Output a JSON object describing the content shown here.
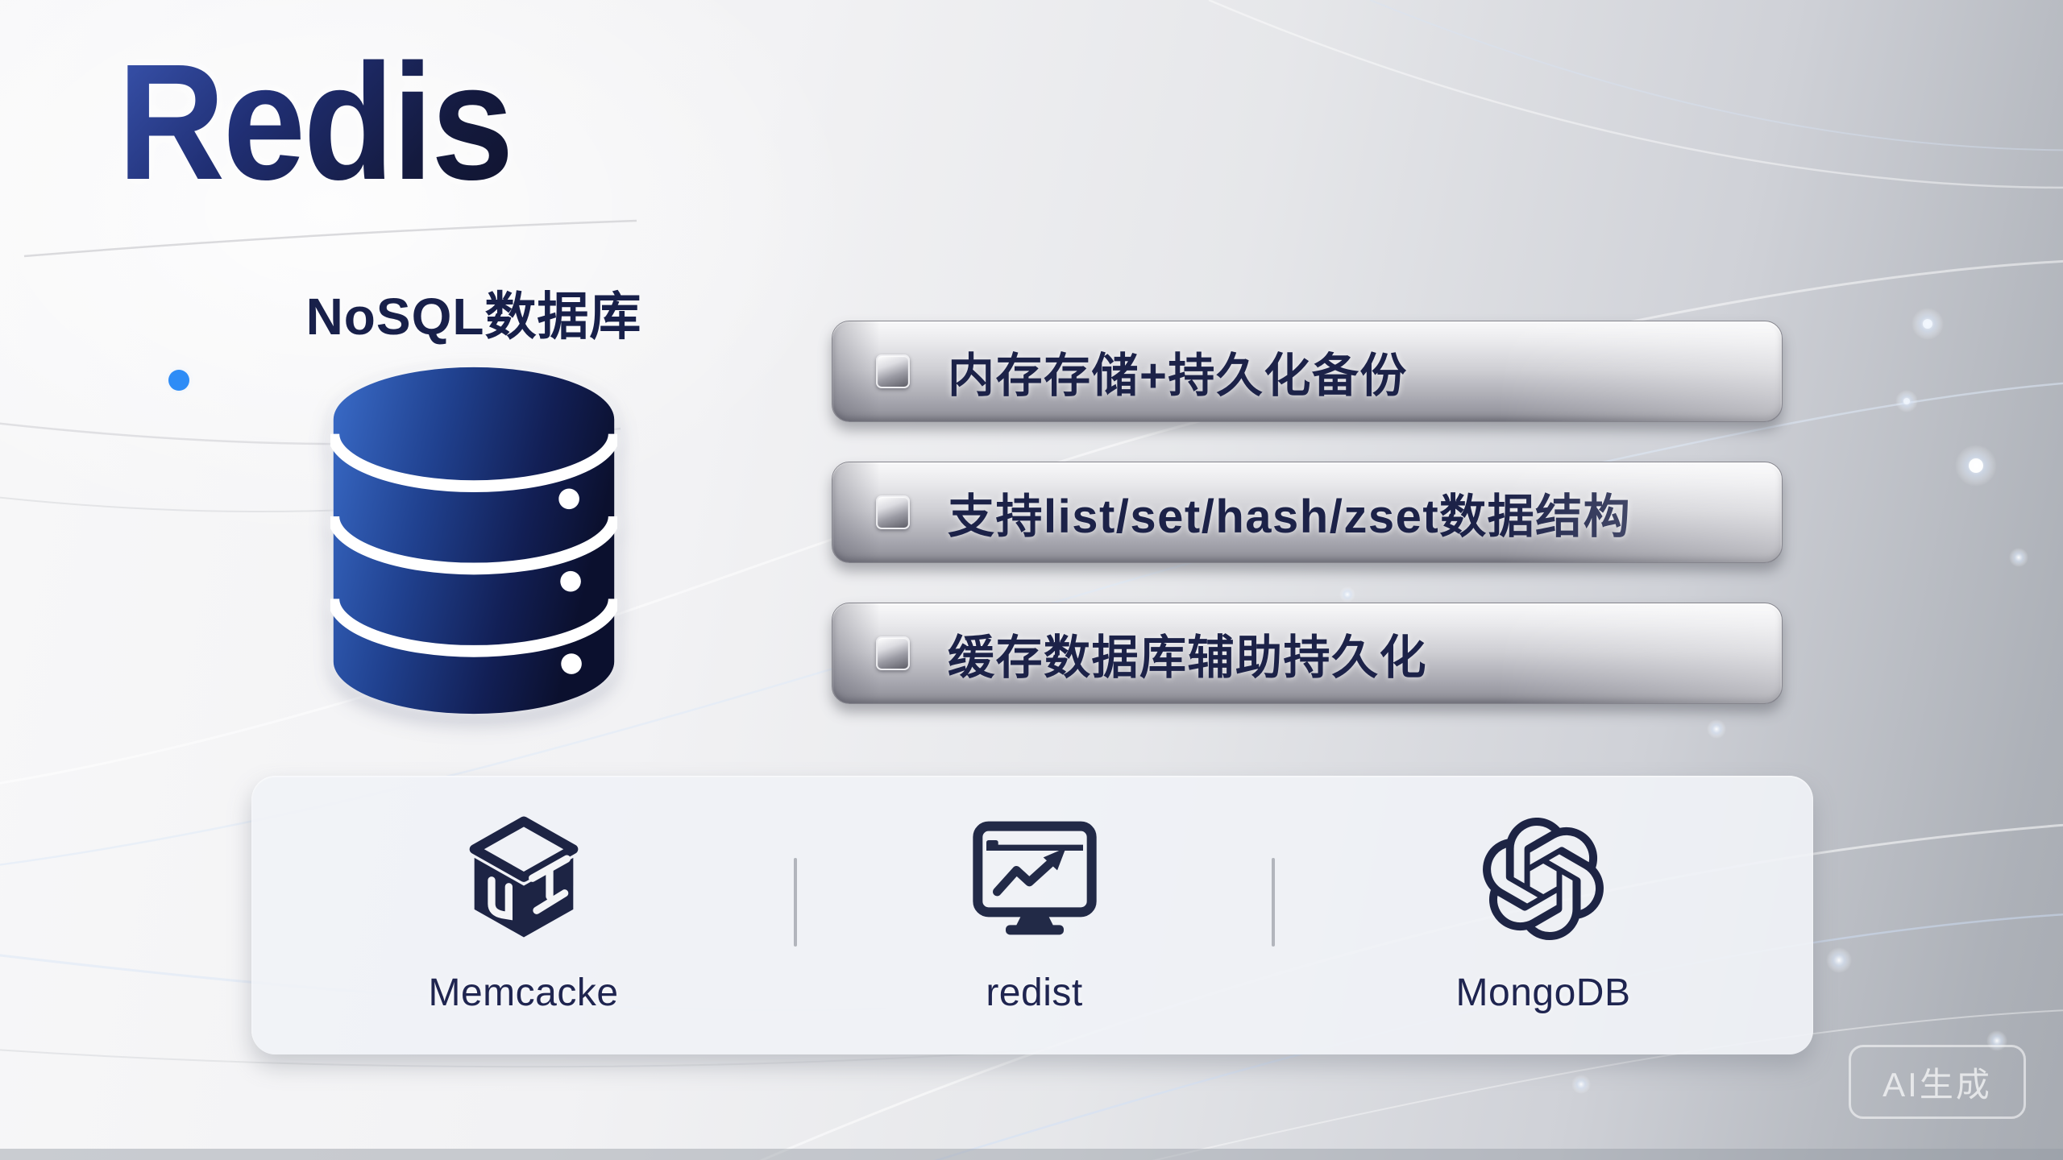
{
  "slide": {
    "title": "Redis",
    "subtitle": "NoSQL数据库",
    "watermark": "AI生成"
  },
  "main_icon": "database-cylinder-icon",
  "features": [
    {
      "text": "内存存储+持久化备份",
      "bullet_icon": "metallic-square-bullet"
    },
    {
      "text": "支持list/set/hash/zset数据结构",
      "bullet_icon": "metallic-square-bullet"
    },
    {
      "text": "缓存数据库辅助持久化",
      "bullet_icon": "metallic-square-bullet"
    }
  ],
  "related_products": [
    {
      "label": "Memcacke",
      "icon": "cube-package-icon"
    },
    {
      "label": "redist",
      "icon": "monitor-trend-chart-icon"
    },
    {
      "label": "MongoDB",
      "icon": "hexagonal-knot-logo-icon"
    }
  ],
  "colors": {
    "title_navy": "#141a3e",
    "text_navy": "#1c2248",
    "icon_navy": "#1d2444",
    "metal_light": "#f3f3f5",
    "metal_dark": "#8c8c95",
    "accent_blue_dot": "#2e8cf6",
    "background_light": "#f6f6f8",
    "background_dark": "#a7abb2"
  }
}
